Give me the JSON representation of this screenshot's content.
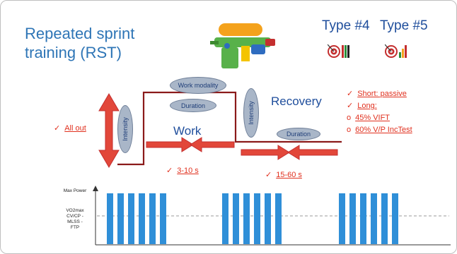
{
  "title": "Repeated sprint training (RST)",
  "types": [
    "Type #4",
    "Type #5"
  ],
  "diagram": {
    "work_modality": "Work modality",
    "duration_work": "Duration",
    "duration_recovery": "Duration",
    "intensity_work": "Intensity",
    "intensity_recovery": "Intensity",
    "work_label": "Work",
    "recovery_label": "Recovery",
    "all_out": "All out",
    "work_time": "3-10 s",
    "recovery_time": "15-60 s",
    "recovery_options": [
      {
        "bullet": "✓",
        "text": "Short: passive"
      },
      {
        "bullet": "✓",
        "text": "Long:"
      },
      {
        "bullet": "o",
        "text": "45% VIFT"
      },
      {
        "bullet": "o",
        "text": "60% V/P IncTest"
      }
    ]
  },
  "power_chart": {
    "y_labels": [
      "Max Power",
      "VO2max",
      "CV/CP -",
      "MLSS -",
      "FTP"
    ],
    "blocks": 3,
    "bars_per_block": 6
  },
  "colors": {
    "title_blue": "#2e75b6",
    "red": "#e0301e",
    "dark_red": "#8b1a1a",
    "bar_blue": "#2f8fd8"
  }
}
